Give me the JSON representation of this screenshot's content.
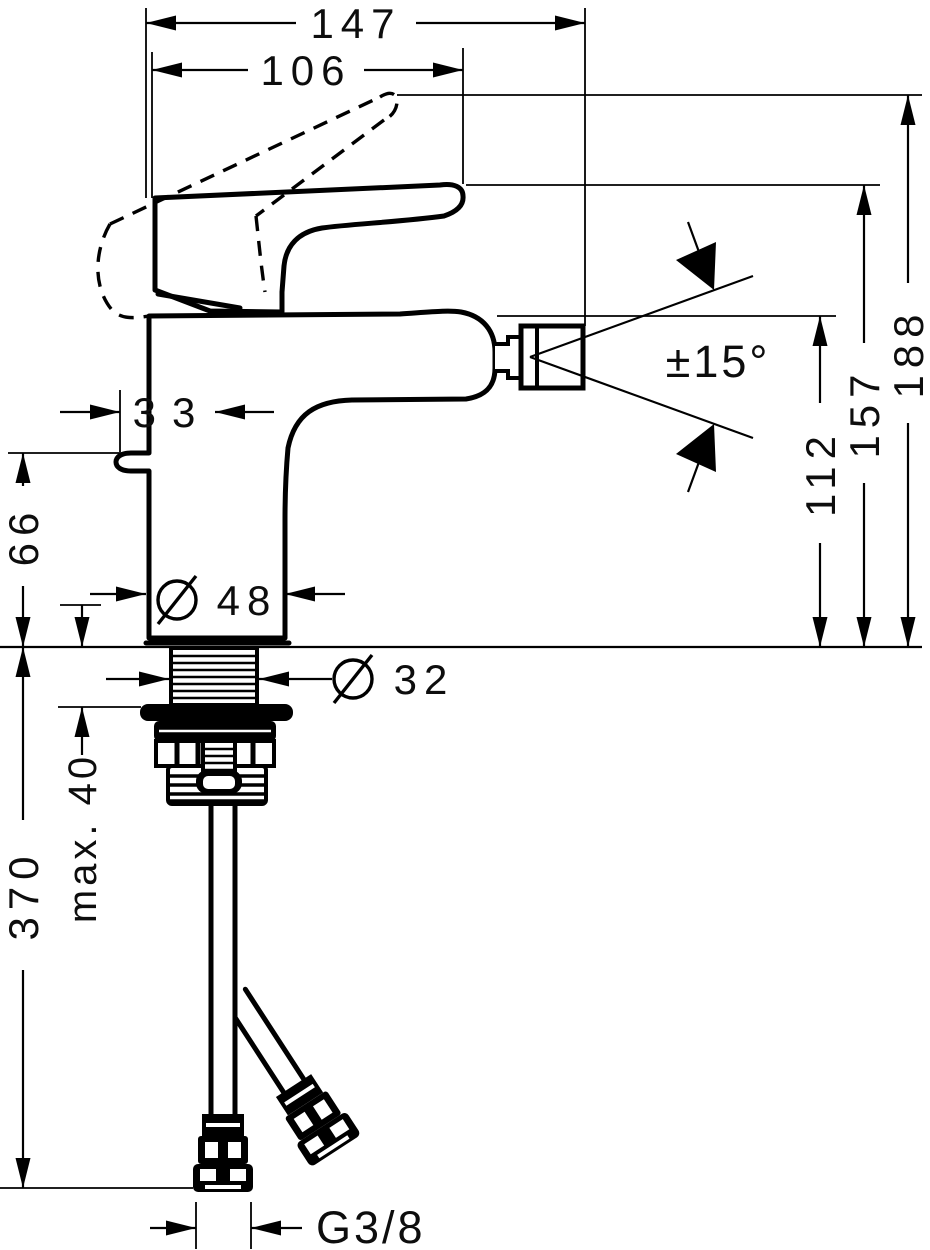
{
  "drawing": {
    "dimensions": {
      "depth_total": "147",
      "depth_handle": "106",
      "outlet_to_axis": "33",
      "side_outlet_height": "66",
      "base_diameter_value": "48",
      "shank_diameter_value": "32",
      "max_deck_thickness": "max. 40",
      "connection_length": "370",
      "spout_swivel_angle": "±15°",
      "spout_height": "112",
      "height_handle_down": "157",
      "height_handle_up": "188",
      "supply_thread": "G3/8"
    }
  }
}
